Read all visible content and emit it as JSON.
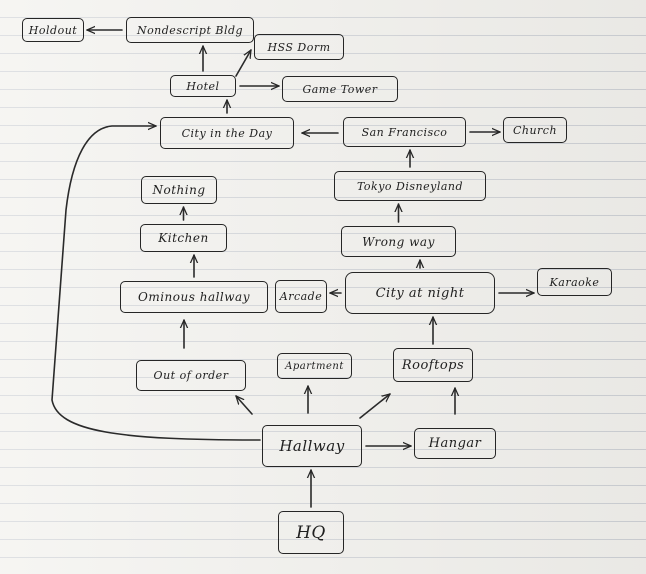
{
  "nodes": {
    "holdout": "Holdout",
    "nondescript_bldg": "Nondescript Bldg",
    "hss_dorm": "HSS Dorm",
    "hotel": "Hotel",
    "game_tower": "Game Tower",
    "city_in_the_day": "City in the Day",
    "san_francisco": "San Francisco",
    "church": "Church",
    "nothing": "Nothing",
    "tokyo_disneyland": "Tokyo Disneyland",
    "kitchen": "Kitchen",
    "wrong_way": "Wrong way",
    "ominous_hallway": "Ominous hallway",
    "arcade": "Arcade",
    "city_at_night": "City at night",
    "karaoke": "Karaoke",
    "out_of_order": "Out of order",
    "apartment": "Apartment",
    "rooftops": "Rooftops",
    "hallway": "Hallway",
    "hangar": "Hangar",
    "hq": "HQ"
  },
  "edges": [
    [
      "hq",
      "hallway"
    ],
    [
      "hallway",
      "out_of_order"
    ],
    [
      "hallway",
      "apartment"
    ],
    [
      "hallway",
      "rooftops"
    ],
    [
      "hallway",
      "hangar"
    ],
    [
      "hangar",
      "rooftops"
    ],
    [
      "hallway",
      "city_in_the_day"
    ],
    [
      "out_of_order",
      "ominous_hallway"
    ],
    [
      "ominous_hallway",
      "kitchen"
    ],
    [
      "kitchen",
      "nothing"
    ],
    [
      "rooftops",
      "city_at_night"
    ],
    [
      "city_at_night",
      "arcade"
    ],
    [
      "city_at_night",
      "karaoke"
    ],
    [
      "city_at_night",
      "wrong_way"
    ],
    [
      "wrong_way",
      "tokyo_disneyland"
    ],
    [
      "tokyo_disneyland",
      "san_francisco"
    ],
    [
      "san_francisco",
      "city_in_the_day"
    ],
    [
      "san_francisco",
      "church"
    ],
    [
      "city_in_the_day",
      "hotel"
    ],
    [
      "hotel",
      "game_tower"
    ],
    [
      "hotel",
      "hss_dorm"
    ],
    [
      "hotel",
      "nondescript_bldg"
    ],
    [
      "nondescript_bldg",
      "holdout"
    ]
  ],
  "colors": {
    "ink": "#262626",
    "paper": "#f1f0ec"
  }
}
